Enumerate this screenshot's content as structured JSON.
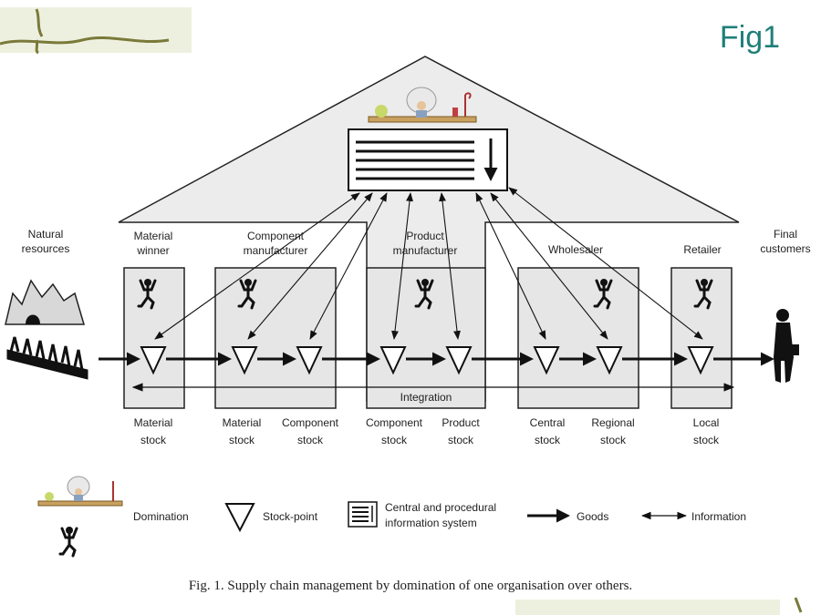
{
  "slide_label": "Fig1",
  "top_labels": {
    "natural_resources": [
      "Natural",
      "resources"
    ],
    "material_winner": [
      "Material",
      "winner"
    ],
    "component_manufacturer": [
      "Component",
      "manufacturer"
    ],
    "product_manufacturer": [
      "Product",
      "manufacturer"
    ],
    "wholesaler": [
      "Wholesaler"
    ],
    "retailer": [
      "Retailer"
    ],
    "final_customers": [
      "Final",
      "customers"
    ]
  },
  "integration_label": "Integration",
  "stock_labels": [
    [
      "Material",
      "stock"
    ],
    [
      "Material",
      "stock"
    ],
    [
      "Component",
      "stock"
    ],
    [
      "Component",
      "stock"
    ],
    [
      "Product",
      "stock"
    ],
    [
      "Central",
      "stock"
    ],
    [
      "Regional",
      "stock"
    ],
    [
      "Local",
      "stock"
    ]
  ],
  "legend": {
    "domination": "Domination",
    "stock_point": "Stock-point",
    "info_system": [
      "Central and procedural",
      "information system"
    ],
    "goods": "Goods",
    "information": "Information"
  },
  "caption": "Fig. 1.  Supply chain management by domination of one organisation over others.",
  "colors": {
    "accent": "#1f7f78",
    "box_fill": "#e6e6e6",
    "roof_fill": "#ececec",
    "ink": "#222222"
  }
}
